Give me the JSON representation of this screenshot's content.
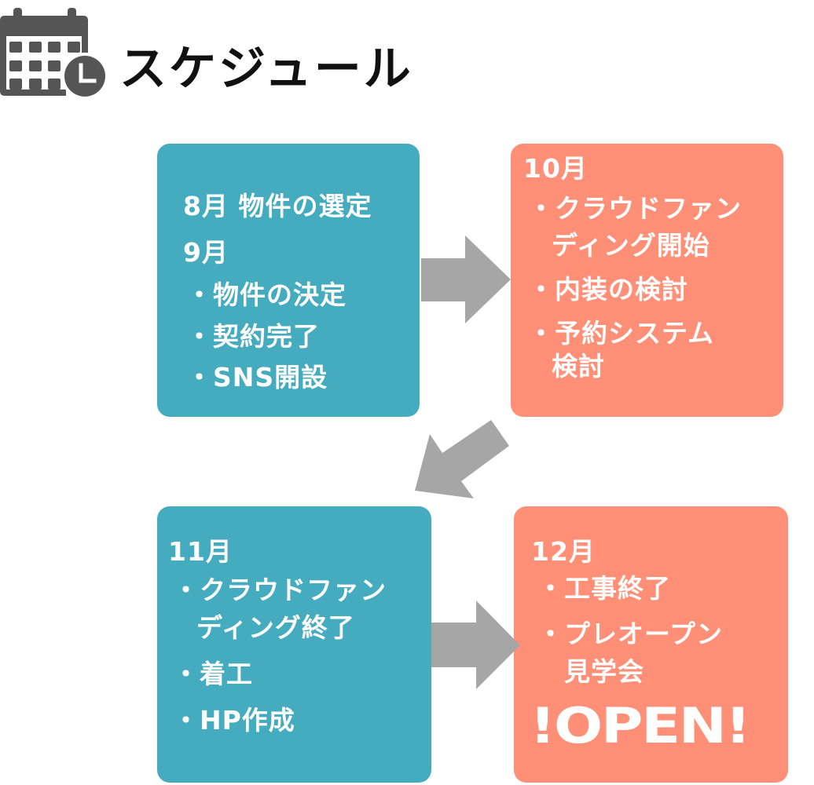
{
  "header": {
    "title": "スケジュール",
    "icon": "calendar-clock-icon"
  },
  "colors": {
    "teal": "#45ACBF",
    "salmon": "#FF8F76",
    "arrow": "#A6A6A6",
    "icon": "#555555",
    "text": "#FFFFFF"
  },
  "boxes": [
    {
      "lines": [
        "8月 物件の選定",
        "9月",
        "・物件の決定",
        "・契約完了",
        "・SNS開設"
      ]
    },
    {
      "lines": [
        "10月",
        "・クラウドファン",
        "ディング開始",
        "・内装の検討",
        "・予約システム",
        "検討"
      ]
    },
    {
      "lines": [
        "11月",
        "・クラウドファン",
        "ディング終了",
        "・着工",
        "・HP作成"
      ]
    },
    {
      "lines": [
        "12月",
        "・工事終了",
        "・プレオープン",
        "見学会"
      ],
      "highlight": "!OPEN!"
    }
  ],
  "arrows": [
    "arrow-right-icon",
    "arrow-down-left-icon",
    "arrow-right-icon"
  ]
}
